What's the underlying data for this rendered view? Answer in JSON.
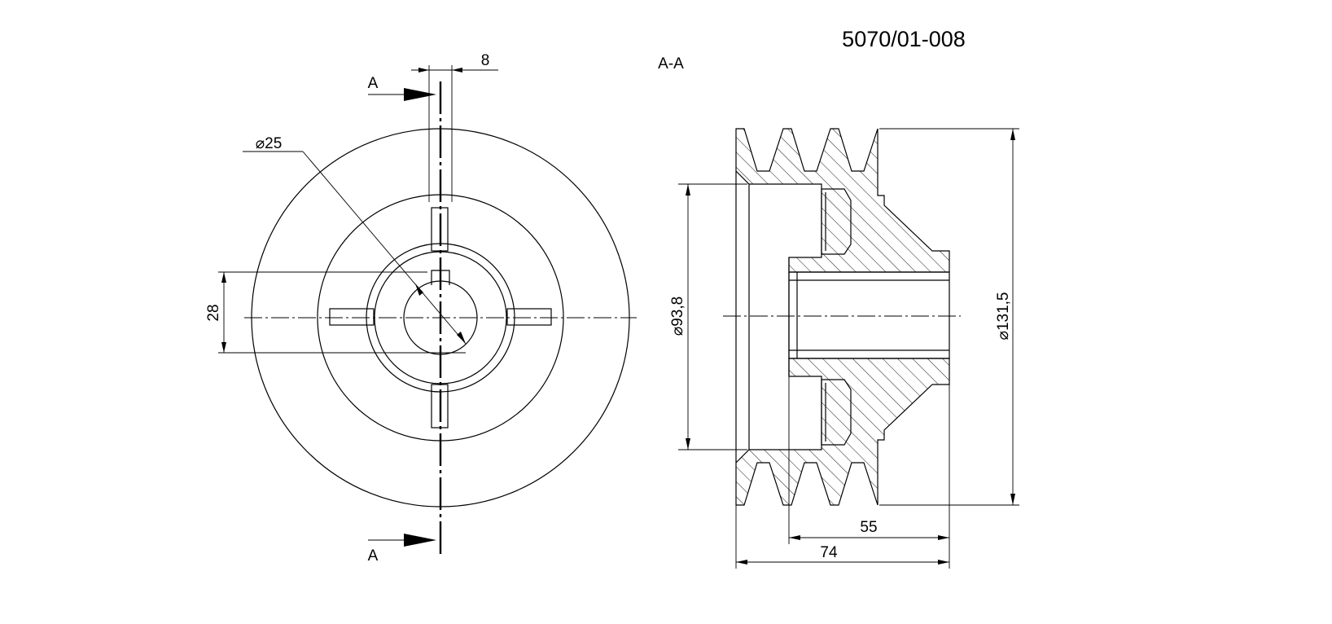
{
  "drawing_number": "5070/01-008",
  "section_label": "A-A",
  "cut_marker_top": "A",
  "cut_marker_bottom": "A",
  "dims": {
    "keyway_width": "8",
    "bore_diameter": "⌀25",
    "hub_offset": "28",
    "inner_diameter": "⌀93,8",
    "outer_diameter": "⌀131,5",
    "hub_length": "55",
    "total_length": "74"
  }
}
